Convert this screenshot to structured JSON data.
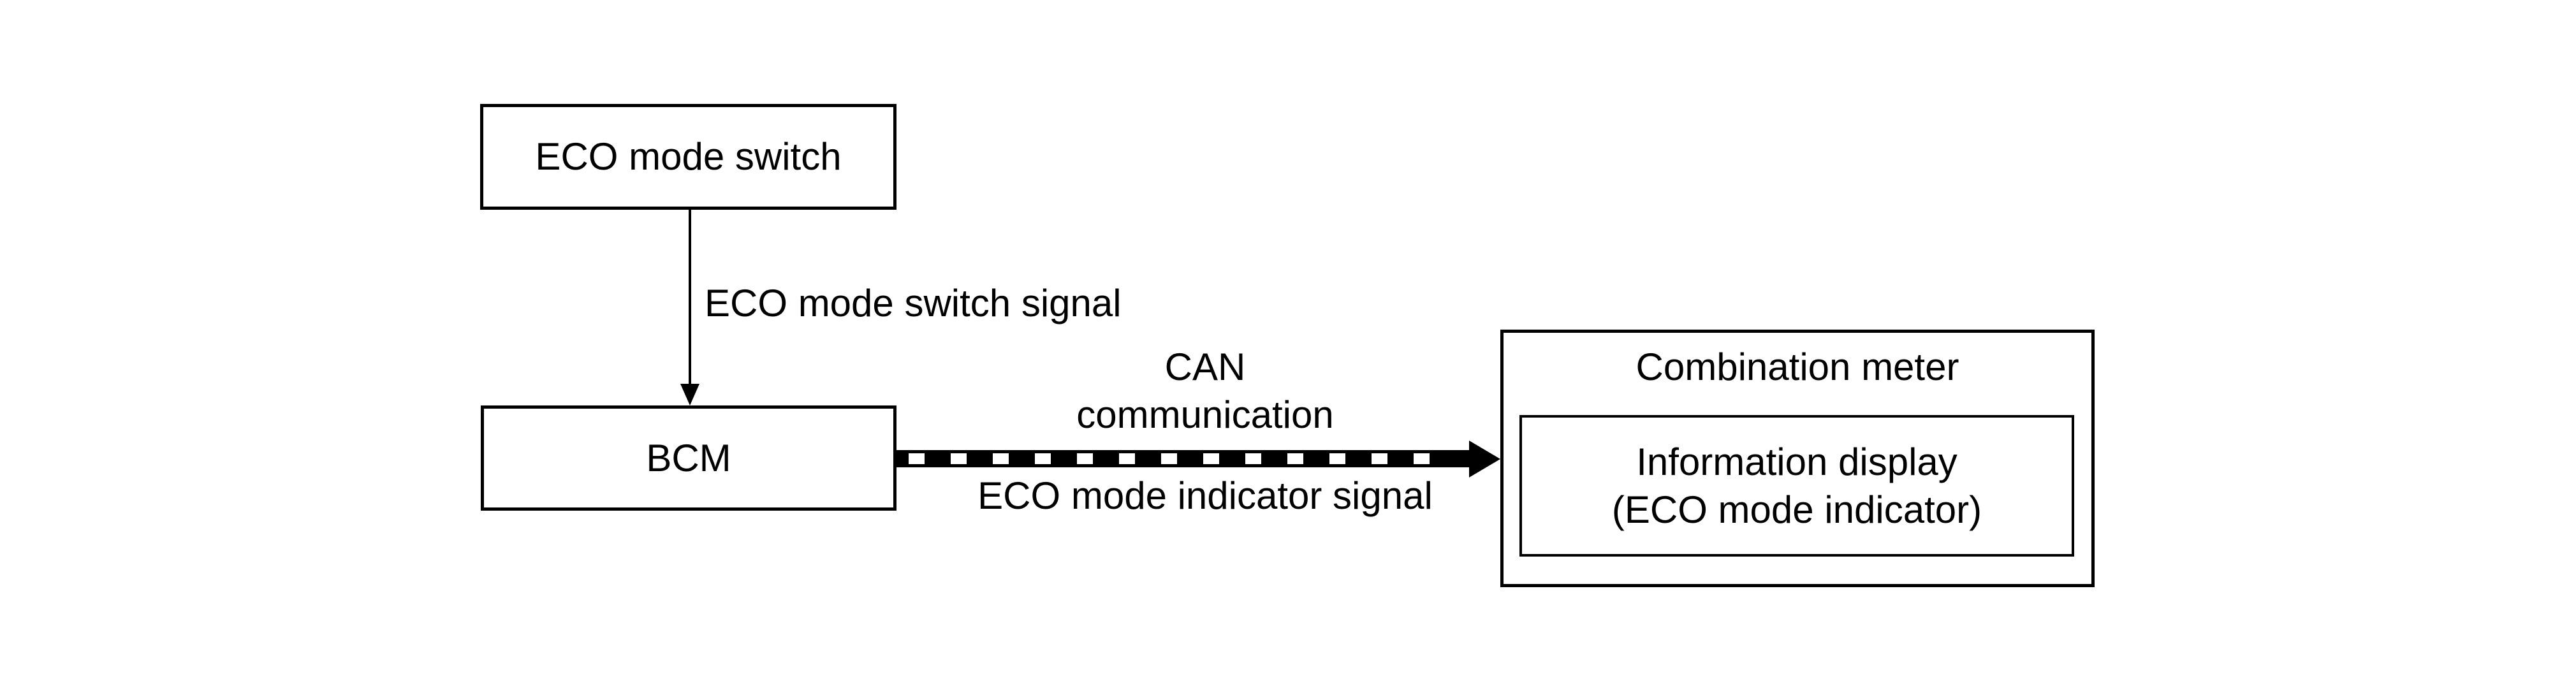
{
  "diagram": {
    "colors": {
      "background": "#ffffff",
      "ink": "#000000"
    },
    "nodes": {
      "eco_mode_switch": {
        "label": "ECO mode switch"
      },
      "bcm": {
        "label": "BCM"
      },
      "combination_meter": {
        "title": "Combination meter",
        "information_display": {
          "line1": "Information display",
          "line2": "(ECO mode indicator)"
        }
      }
    },
    "edges": {
      "switch_to_bcm": {
        "style": "thin-solid-arrow-down",
        "label": "ECO mode switch signal"
      },
      "bcm_to_meter": {
        "style": "thick-dashed-arrow-right",
        "label_above_line1": "CAN",
        "label_above_line2": "communication",
        "label_below": "ECO mode indicator signal"
      }
    }
  }
}
